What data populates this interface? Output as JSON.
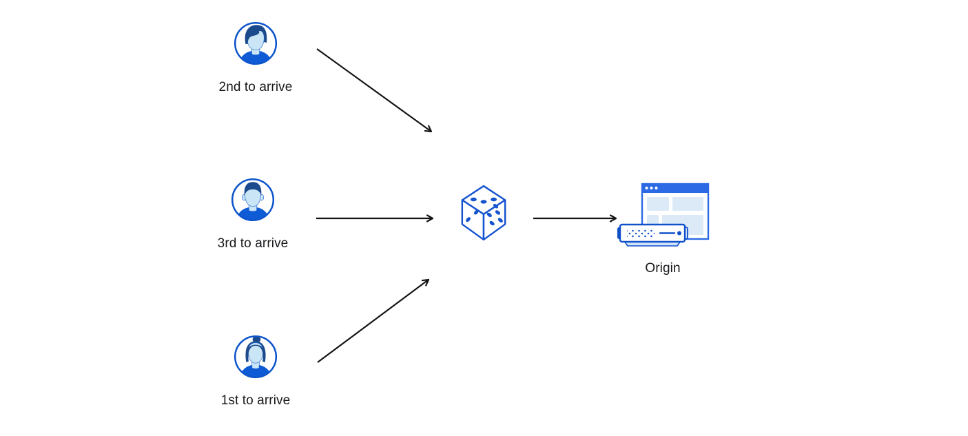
{
  "diagram": {
    "title": "random-steering-diagram",
    "clients": [
      {
        "label": "2nd to arrive",
        "icon": "avatar-man-swoopy-hair-icon"
      },
      {
        "label": "3rd to arrive",
        "icon": "avatar-man-short-hair-icon"
      },
      {
        "label": "1st to arrive",
        "icon": "avatar-woman-bun-icon"
      }
    ],
    "random_selector": {
      "icon": "dice-icon"
    },
    "origin": {
      "label": "Origin",
      "icon": "origin-server-browser-icon"
    },
    "colors": {
      "arrow": "#141414",
      "primary_blue": "#1553cf",
      "avatar_ring_blue": "#0d55cc",
      "hair_navy": "#1c4b8d",
      "face_light_blue": "#c9e5f6",
      "shirt_blue": "#0f5bd6",
      "window_blue": "#2b6ae4",
      "panel_light_blue": "#dceaf8",
      "label_text": "#17181b"
    }
  }
}
